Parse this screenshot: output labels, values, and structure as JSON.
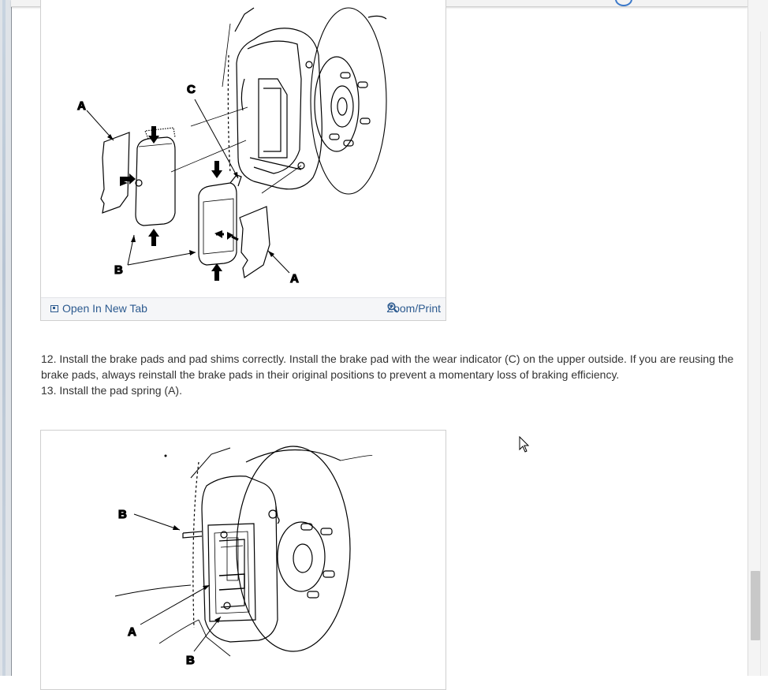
{
  "figure1": {
    "callouts": {
      "A_left": "A",
      "A_right": "A",
      "B": "B",
      "C": "C"
    },
    "toolbar": {
      "open_label": "Open In New Tab",
      "zoom_label": "Zoom/Print"
    }
  },
  "steps": [
    {
      "text": "12. Install the brake pads and pad shims correctly. Install the brake pad with the wear indicator (C) on the upper outside. If you are reusing the brake pads, always reinstall the brake pads in their original positions to prevent a momentary loss of braking efficiency."
    },
    {
      "text": "13. Install the pad spring (A)."
    }
  ],
  "figure2": {
    "callouts": {
      "B_top": "B",
      "A": "A",
      "B_bottom": "B"
    }
  },
  "colors": {
    "link": "#2c5a8f",
    "body_text": "#333333",
    "toolbar_bg": "#f5f6f8"
  }
}
